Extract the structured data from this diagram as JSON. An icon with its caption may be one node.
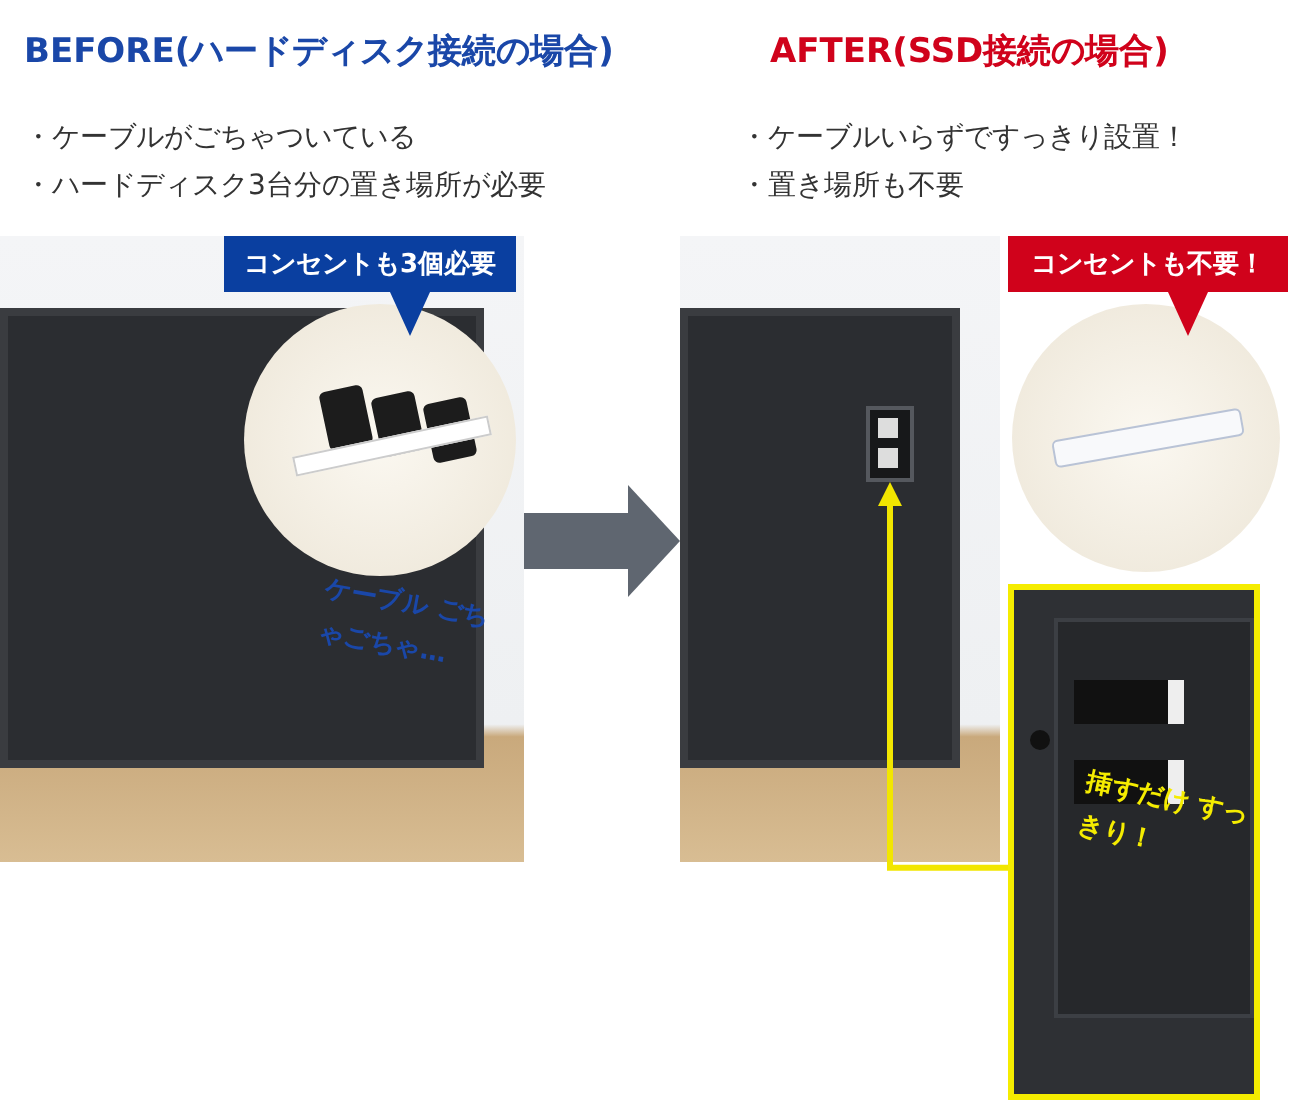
{
  "diagram": {
    "nodes": [
      {
        "text": [],
        "shape": "picture"
      },
      {
        "text": [
          "コンセントも3個必要"
        ],
        "in": 0
      },
      {
        "text": [],
        "shape": "picture",
        "in": 0
      },
      {
        "text": [],
        "shape": "picture"
      },
      {
        "text": [
          "コンセントも不要！"
        ]
      },
      {
        "text": [],
        "shape": "picture"
      },
      {
        "text": [],
        "shape": "picture"
      },
      {
        "text": [],
        "shape": "picture",
        "in": 3
      }
    ],
    "edges": [
      {
        "from": 0,
        "to": 3,
        "arrow": "to",
        "style": "thick"
      },
      {
        "from": 6,
        "to": 7,
        "arrow": "to",
        "color": "#f2e600"
      }
    ],
    "labels": [
      "BEFORE(ハードディスク接続の場合)",
      "AFTER(SSD接続の場合)",
      "・ケーブルがごちゃついている",
      "・ケーブルいらずですっきり設置！",
      "・ハードディスク3台分の置き場所が必要",
      "・置き場所も不要",
      "ケーブル ごちゃごちゃ…",
      "挿すだけ すっきり！"
    ]
  }
}
